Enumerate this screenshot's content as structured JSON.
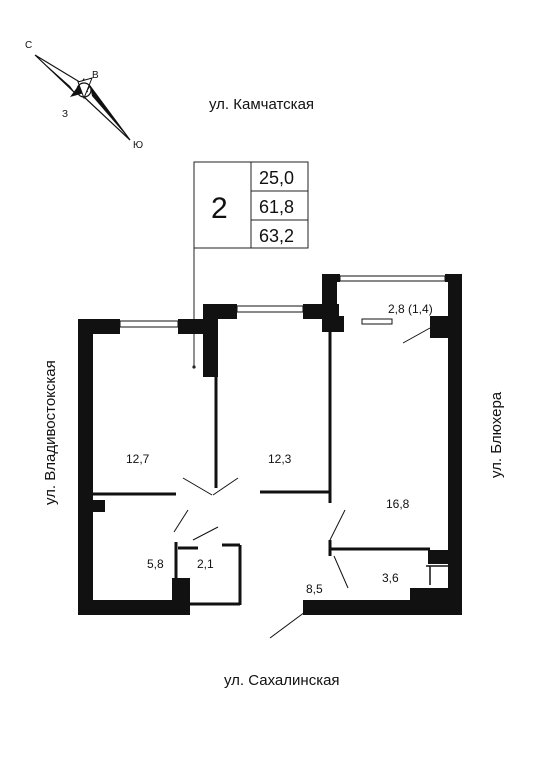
{
  "streets": {
    "north": "ул. Камчатская",
    "south": "ул. Сахалинская",
    "west": "ул. Владивостокская",
    "east": "ул. Блюхера"
  },
  "compass": {
    "n": "С",
    "e": "В",
    "w": "З",
    "s": "Ю"
  },
  "info_box": {
    "rooms": "2",
    "area_living": "25,0",
    "area_total": "61,8",
    "area_full": "63,2"
  },
  "rooms": {
    "room_left": "12,7",
    "room_middle": "12,3",
    "room_right": "16,8",
    "balcony": "2,8 (1,4)",
    "bathroom": "5,8",
    "toilet": "2,1",
    "hall": "8,5",
    "storage": "3,6"
  }
}
